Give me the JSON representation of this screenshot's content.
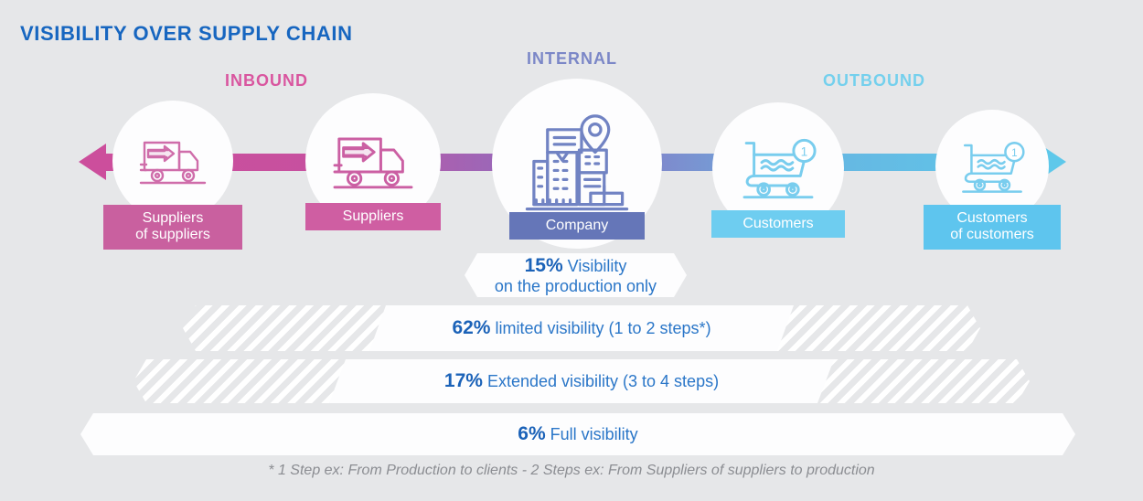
{
  "title": "VISIBILITY OVER SUPPLY CHAIN",
  "sections": [
    {
      "label": "INBOUND",
      "color": "#d9569f"
    },
    {
      "label": "INTERNAL",
      "color": "#7b87c7"
    },
    {
      "label": "OUTBOUND",
      "color": "#74d0ed"
    }
  ],
  "flow": {
    "left_arrow_color": "#cc4e9c",
    "right_arrow_color": "#5ec8ea",
    "gradient_start": "#cc4e9c",
    "gradient_mid": "#8d6fc0",
    "gradient_end": "#5ec8ea"
  },
  "nodes": [
    {
      "label": "Suppliers\nof suppliers",
      "icon": "delivery-truck-icon",
      "color": "#c9609f",
      "icon_color": "#cf6daa"
    },
    {
      "label": "Suppliers",
      "icon": "delivery-truck-icon",
      "color": "#cf5ea2",
      "icon_color": "#cb5fa3"
    },
    {
      "label": "Company",
      "icon": "factory-buildings-icon",
      "color": "#6576b8",
      "icon_color": "#7183c3"
    },
    {
      "label": "Customers",
      "icon": "shopping-cart-icon",
      "color": "#6ecdf0",
      "icon_color": "#79cdee",
      "badge": "1"
    },
    {
      "label": "Customers\nof customers",
      "icon": "shopping-cart-icon",
      "color": "#5ec5ee",
      "icon_color": "#79cdee",
      "badge": "1"
    }
  ],
  "stats": [
    {
      "percent": "15%",
      "text": "Visibility",
      "text2": "on the production only"
    },
    {
      "percent": "62%",
      "text": "limited visibility (1 to 2 steps*)"
    },
    {
      "percent": "17%",
      "text": "Extended visibility (3 to 4 steps)"
    },
    {
      "percent": "6%",
      "text": "Full visibility"
    }
  ],
  "footnote": "* 1 Step ex: From Production to clients  -  2 Steps ex: From Suppliers of suppliers to production"
}
